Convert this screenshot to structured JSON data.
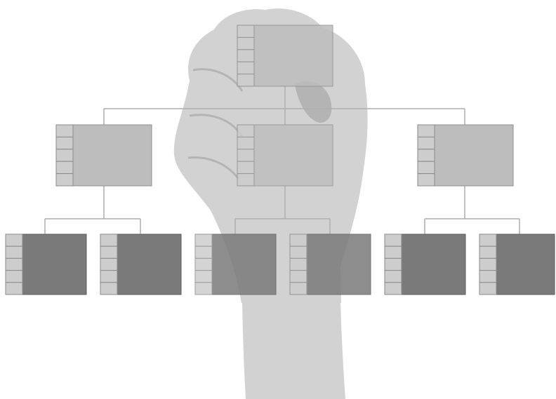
{
  "image": {
    "subject": "hand-placing-org-chart-box",
    "colors": {
      "background": "#ffffff",
      "connector_line": "#aeaeae",
      "node_light_fill": "#bdbdbd",
      "node_light_stroke": "#8f8f8f",
      "node_dark_fill": "#7a7a7a",
      "node_dark_stroke": "#5e5e5e",
      "tab_fill": "#cdcdcd",
      "tab_stroke": "#8a8a8a",
      "hand_fill": "#d2d2d2",
      "hand_shadow": "#b4b4b4"
    },
    "chart": {
      "levels": 3,
      "root_count": 1,
      "middle_count": 3,
      "leaf_count": 6,
      "tabs_per_node": 5
    }
  }
}
